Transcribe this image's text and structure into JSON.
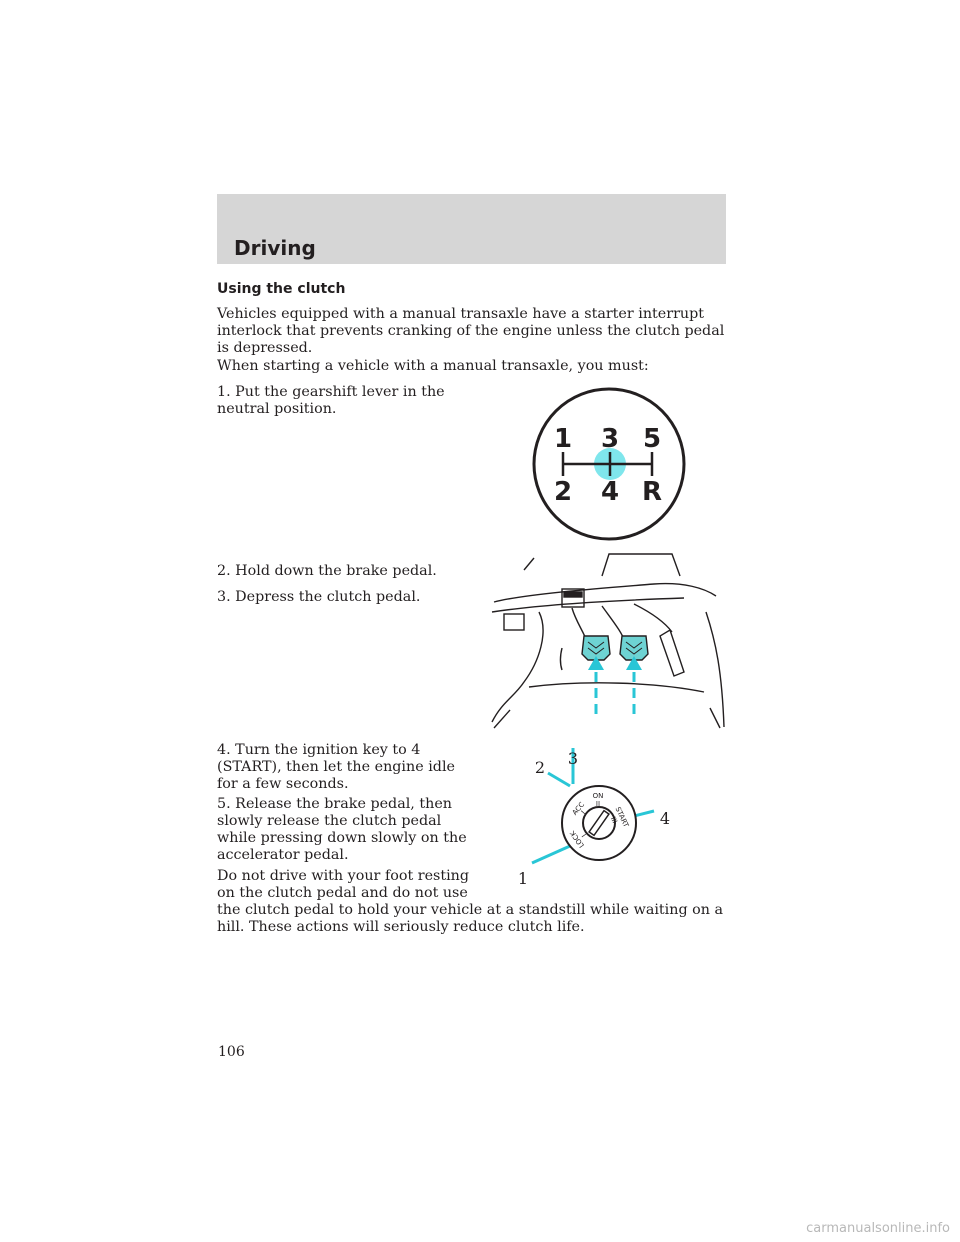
{
  "header": {
    "title": "Driving"
  },
  "section": {
    "title": "Using the clutch"
  },
  "paragraphs": {
    "intro": "Vehicles equipped with a manual transaxle have a starter interrupt interlock that prevents cranking of the engine unless the clutch pedal is depressed.",
    "lead": "When starting a vehicle with a manual transaxle, you must:",
    "step1": "1. Put the gearshift lever in the neutral position.",
    "step2": "2. Hold down the brake pedal.",
    "step3": "3. Depress the clutch pedal.",
    "step4": "4. Turn the ignition key to 4 (START), then let the engine idle for a few seconds.",
    "step5": "5. Release the brake pedal, then slowly release the clutch pedal while pressing down slowly on the accelerator pedal.",
    "warning": "Do not drive with your foot resting on the clutch pedal and do not use the clutch pedal to hold your vehicle at a standstill while waiting on a hill. These actions will seriously reduce clutch life."
  },
  "gear_diagram": {
    "top": [
      "1",
      "3",
      "5"
    ],
    "bottom": [
      "2",
      "4",
      "R"
    ],
    "highlight_color": "#7fe6ec"
  },
  "ignition_diagram": {
    "callouts": [
      "1",
      "2",
      "3",
      "4"
    ],
    "positions": {
      "lock": "LOCK",
      "lock_numeral": "I",
      "acc": "ACC",
      "acc_numeral": "I",
      "on": "ON",
      "on_numeral": "II",
      "start": "START",
      "start_numeral": "III"
    },
    "accent_color": "#29c6d6"
  },
  "pedal_diagram": {
    "accent_color": "#29c6d6",
    "pedal_fill": "#6ed3d3"
  },
  "footer": {
    "page_number": "106"
  },
  "watermark": "carmanualsonline.info"
}
